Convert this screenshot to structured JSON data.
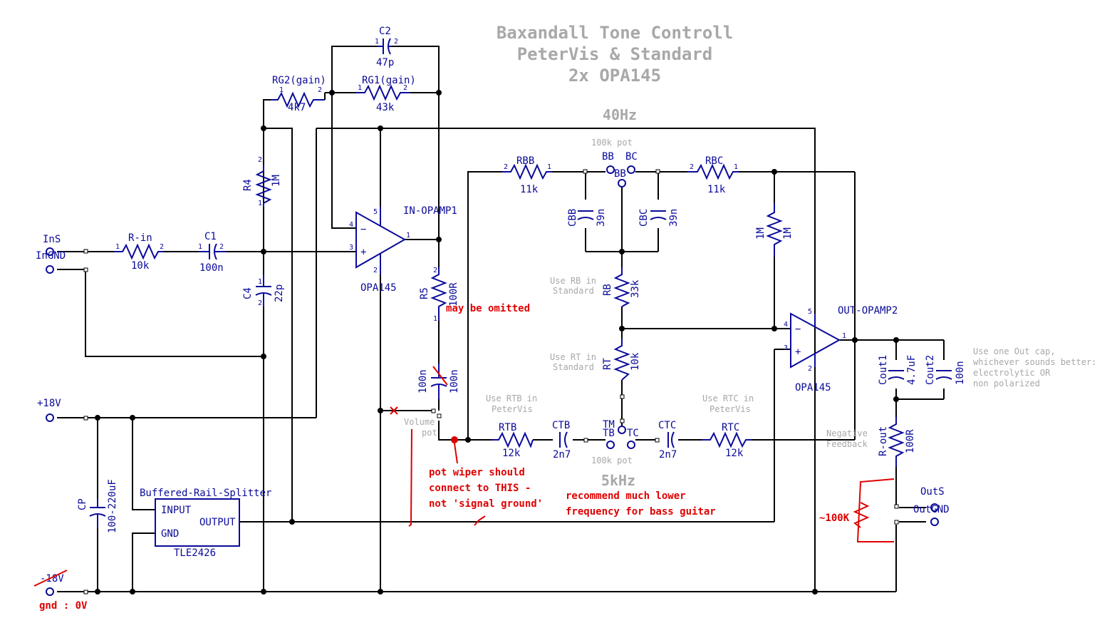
{
  "title": {
    "line1": "Baxandall Tone Controll",
    "line2": "PeterVis & Standard",
    "line3": "2x OPA145"
  },
  "freq": {
    "bass": "40Hz",
    "treble": "5kHz"
  },
  "connectors": {
    "ins": "InS",
    "ingnd": "InGND",
    "plus18": "+18V",
    "minus18": "-18V",
    "gnd": "gnd :  0V",
    "outs": "OutS",
    "outgnd": "OutGND"
  },
  "components": {
    "rin_ref": "R-in",
    "rin_val": "10k",
    "c1_ref": "C1",
    "c1_val": "100n",
    "r4_ref": "R4",
    "r4_val": "1M",
    "c4_ref": "C4",
    "c4_val": "22p",
    "rg2_ref": "RG2(gain)",
    "rg2_val": "4k7",
    "rg1_ref": "RG1(gain)",
    "rg1_val": "43k",
    "c2_ref": "C2",
    "c2_val": "47p",
    "opamp1_net": "IN-OPAMP1",
    "opamp1_part": "OPA145",
    "r5_ref": "R5",
    "r5_val": "100R",
    "cap_vol_a": "100n",
    "cap_vol_b": "100n",
    "rbb_ref": "RBB",
    "rbb_val": "11k",
    "rbc_ref": "RBC",
    "rbc_val": "11k",
    "pot_bass": "100k pot",
    "bb_a": "BB",
    "bc": "BC",
    "bb_b": "BB",
    "cbb_ref": "CBB",
    "cbb_val": "39n",
    "cbc_ref": "CBC",
    "cbc_val": "39n",
    "rm_ref": "1M",
    "rm_val": "1M",
    "rb_ref": "RB",
    "rb_val": "33k",
    "rt_ref": "RT",
    "rt_val": "10k",
    "rtb_ref": "RTB",
    "rtb_val": "12k",
    "ctb_ref": "CTB",
    "ctb_val": "2n7",
    "ctc_ref": "CTC",
    "ctc_val": "2n7",
    "rtc_ref": "RTC",
    "rtc_val": "12k",
    "pot_treble": "100k pot",
    "tb": "TB",
    "tm": "TM",
    "tc": "TC",
    "opamp2_net": "OUT-OPAMP2",
    "opamp2_part": "OPA145",
    "cout1_ref": "Cout1",
    "cout1_val": "4.7uF",
    "cout2_ref": "Cout2",
    "cout2_val": "100n",
    "rout_ref": "R-out",
    "rout_val": "100R",
    "cp_ref": "CP",
    "cp_val": "100-220uF",
    "splitter_title": "Buffered-Rail-Splitter",
    "splitter_input": "INPUT",
    "splitter_gnd": "GND",
    "splitter_output": "OUTPUT",
    "splitter_part": "TLE2426"
  },
  "pins": {
    "p1": "1",
    "p2": "2",
    "p3": "3",
    "p4": "4",
    "p5": "5"
  },
  "notes": {
    "use_rb": "Use RB in",
    "standard_a": "Standard",
    "use_rt": "Use RT in",
    "standard_b": "Standard",
    "use_rtb": "Use RTB in",
    "petervis_a": "PeterVis",
    "use_rtc": "Use RTC in",
    "petervis_b": "PeterVis",
    "volume": "Volume",
    "pot": "pot",
    "neg1": "Negative",
    "neg2": "Feedback",
    "outcap1": "Use one Out cap,",
    "outcap2": "whichever sounds better:",
    "outcap3": "electrolytic OR",
    "outcap4": "non polarized"
  },
  "red_notes": {
    "omit": "may be omitted",
    "wiper1": "pot wiper should",
    "wiper2": "connect to THIS -",
    "wiper3": "not 'signal ground'",
    "rec1": "recommend much lower",
    "rec2": "frequency for bass guitar",
    "r100k": "~100K"
  },
  "colors": {
    "wire": "#000000",
    "component": "#0a0a9a",
    "annotation": "#e00000",
    "note": "#a8a8a8"
  }
}
